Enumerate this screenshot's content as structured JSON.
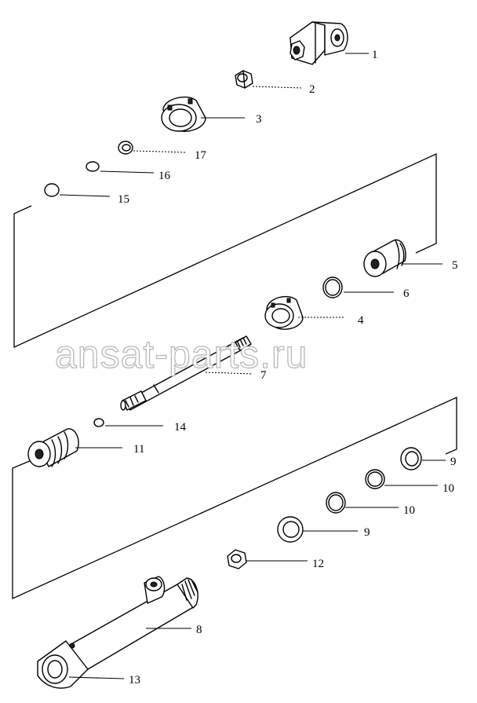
{
  "watermark": "ansat-parts.ru",
  "callouts": {
    "p1": "1",
    "p2": "2",
    "p3": "3",
    "p4": "4",
    "p5": "5",
    "p6": "6",
    "p7": "7",
    "p8": "8",
    "p9a": "9",
    "p9b": "9",
    "p10a": "10",
    "p10b": "10",
    "p11": "11",
    "p12": "12",
    "p13": "13",
    "p14": "14",
    "p15": "15",
    "p16": "16",
    "p17": "17"
  }
}
